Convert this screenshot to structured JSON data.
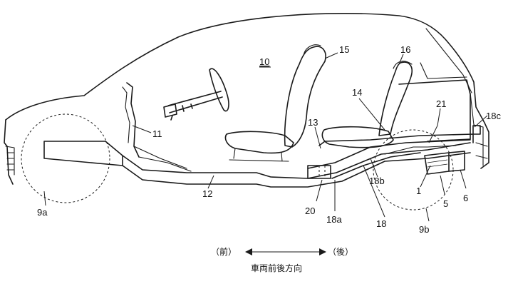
{
  "labels": {
    "ref_10": "10",
    "ref_15": "15",
    "ref_16": "16",
    "ref_14": "14",
    "ref_21": "21",
    "ref_18c": "18c",
    "ref_13": "13",
    "ref_11": "11",
    "ref_12": "12",
    "ref_18b": "18b",
    "ref_1": "1",
    "ref_5": "5",
    "ref_6": "6",
    "ref_20": "20",
    "ref_18a": "18a",
    "ref_18": "18",
    "ref_9a": "9a",
    "ref_9b": "9b"
  },
  "direction": {
    "front": "（前）",
    "rear": "（後）",
    "caption": "車両前後方向"
  }
}
